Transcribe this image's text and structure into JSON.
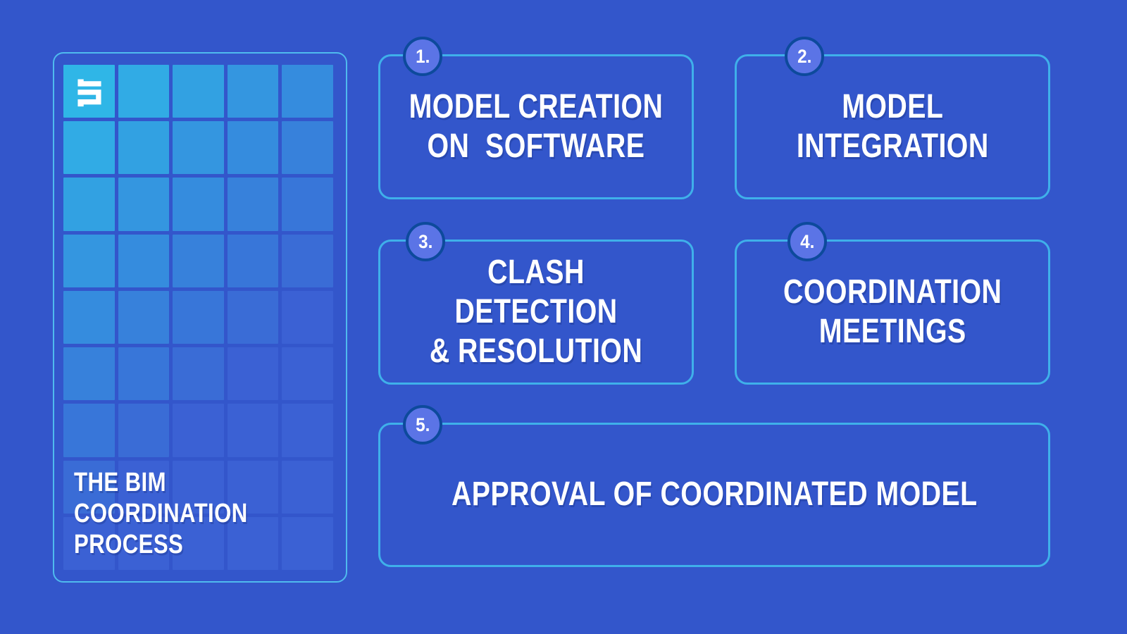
{
  "page": {
    "kind": "process-infographic"
  },
  "colors": {
    "background": "#3356cb",
    "panel_border": "#4fbbee",
    "box_border": "#3fb0ea",
    "badge_fill": "#5b74e6",
    "badge_ring": "#0d4a9c",
    "heading_text": "#ffffff",
    "grid_start": "#2fb6e7",
    "grid_end": "#3b61d4"
  },
  "brand_panel": {
    "title": "THE BIM\nCOORDINATION\nPROCESS",
    "logo_icon": "s-bars-logo-icon",
    "grid": {
      "cols": 5,
      "rows": 9,
      "start_color": "#2fb6e7",
      "end_color": "#3b61d4"
    }
  },
  "steps": [
    {
      "number": "1.",
      "title": "MODEL CREATION\nON  SOFTWARE"
    },
    {
      "number": "2.",
      "title": "MODEL\nINTEGRATION"
    },
    {
      "number": "3.",
      "title": "CLASH DETECTION\n& RESOLUTION"
    },
    {
      "number": "4.",
      "title": "COORDINATION\nMEETINGS"
    },
    {
      "number": "5.",
      "title": "APPROVAL OF COORDINATED MODEL"
    }
  ]
}
